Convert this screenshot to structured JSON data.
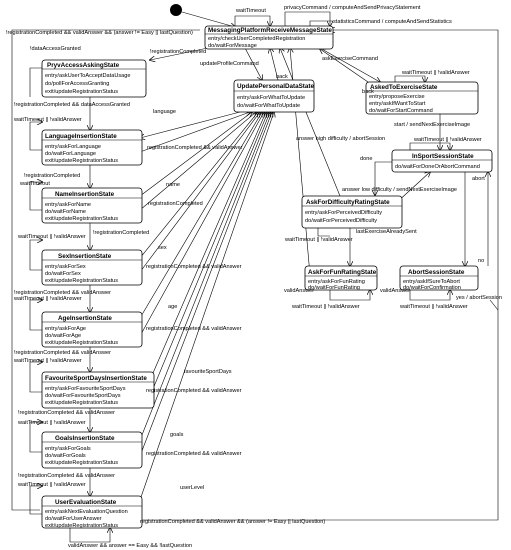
{
  "states": {
    "messaging": {
      "name": "MessagingPlatformReceiveMessageState",
      "actions": [
        "entry/checkUserCompletedRegistration",
        "do/waitForMessage"
      ]
    },
    "privacy": {
      "name": "PryvAccessAskingState",
      "actions": [
        "entry/askUserToAcceptDataUsage",
        "do/pollForAccessGranting",
        "exit/updateRegistrationStatus"
      ]
    },
    "updatePersonal": {
      "name": "UpdatePersonalDataState",
      "actions": [
        "entry/askForWhatToUpdate",
        "do/waitForWhatToUpdate"
      ]
    },
    "askedExercise": {
      "name": "AskedToExerciseState",
      "actions": [
        "entry/proposeExercise",
        "entry/askIfWantToStart",
        "do/waitForStartCommand"
      ]
    },
    "language": {
      "name": "LanguageInsertionState",
      "actions": [
        "entry/askForLanguage",
        "do/waitForLanguage",
        "exit/updateRegistrationStatus"
      ]
    },
    "inSport": {
      "name": "InSportSessionState",
      "actions": [
        "do/waitForDoneOrAbortCommand"
      ]
    },
    "nameIns": {
      "name": "NameInsertionState",
      "actions": [
        "entry/askForName",
        "do/waitForName",
        "exit/updateRegistrationStatus"
      ]
    },
    "difficulty": {
      "name": "AskForDifficultyRatingState",
      "actions": [
        "entry/askForPerceivedDifficulty",
        "do/waitForPerceivedDifficulty"
      ]
    },
    "sexIns": {
      "name": "SexInsertionState",
      "actions": [
        "entry/askForSex",
        "do/waitForSex",
        "exit/updateRegistrationStatus"
      ]
    },
    "funRating": {
      "name": "AskForFunRatingState",
      "actions": [
        "entry/askForFunRating",
        "do/waitForFunRating"
      ]
    },
    "abortSession": {
      "name": "AbortSessionState",
      "actions": [
        "entry/askIfSureToAbort",
        "do/waitForConfirmation"
      ]
    },
    "ageIns": {
      "name": "AgeInsertionState",
      "actions": [
        "entry/askForAge",
        "do/waitForAge",
        "exit/updateRegistrationStatus"
      ]
    },
    "favSport": {
      "name": "FavouriteSportDaysInsertionState",
      "actions": [
        "entry/askForFavouriteSportDays",
        "do/waitForFavouriteSportDays",
        "exit/updateRegistrationStatus"
      ]
    },
    "goals": {
      "name": "GoalsInsertionState",
      "actions": [
        "entry/askForGoals",
        "do/waitForGoals",
        "exit/updateRegistrationStatus"
      ]
    },
    "userEval": {
      "name": "UserEvaluationState",
      "actions": [
        "entry/askNextEvaluationQuestion",
        "do/waitForUserAnswer",
        "exit/updateRegistrationStatus"
      ]
    }
  },
  "transitions": {
    "t1": "waitTimeout",
    "t2": "privacyCommand / computeAndSendPrivacyStatement",
    "t3": "statisticsCommand / computeAndSendStatistics",
    "t4": "!registrationCompleted && validAnswer && (answer != Easy || lastQuestion)",
    "t5": "!dataAccessGranted",
    "t6": "!registrationCompleted",
    "t7": "updateProfileCommand",
    "t8": "back",
    "t9": "askExerciseCommand",
    "t10": "!registrationCompleted && dataAccessGranted",
    "t11": "language",
    "t12": "back",
    "t13": "waitTimeout || !validAnswer",
    "t14": "start / sendNextExerciseImage",
    "t15": "waitTimeout || !validAnswer",
    "t16": "registrationCompleted && validAnswer",
    "t17": "answer high difficulty / abortSession",
    "t18": "waitTimeout || !validAnswer",
    "t19": "!registrationCompleted",
    "t20": "done",
    "t21": "waitTimeout",
    "t22": "name",
    "t23": "answer low difficulty / sendNextExerciseImage",
    "t24": "abort",
    "t25": "registrationCompleted",
    "t26": "waitTimeout || !validAnswer",
    "t27": "!registrationCompleted",
    "t28": "waitTimeout || !validAnswer",
    "t29": "lastExerciseAlreadySent",
    "t30": "sex",
    "t31": "registrationCompleted && validAnswer",
    "t32": "!registrationCompleted && validAnswer",
    "t33": "waitTimeout || !validAnswer",
    "t34": "no",
    "t35": "yes / abortSession",
    "t36": "age",
    "t37": "waitTimeout || !validAnswer",
    "t38": "waitTimeout || !validAnswer",
    "t39": "validAnswer",
    "t40": "validAnswer",
    "t41": "registrationCompleted && validAnswer",
    "t42": "!registrationCompleted && validAnswer",
    "t43": "waitTimeout || !validAnswer",
    "t44": "favouriteSportDays",
    "t45": "registrationCompleted && validAnswer",
    "t46": "!registrationCompleted && validAnswer",
    "t47": "waitTimeout || !validAnswer",
    "t48": "goals",
    "t49": "registrationCompleted && validAnswer",
    "t50": "!registrationCompleted && validAnswer",
    "t51": "waitTimeout || !validAnswer",
    "t52": "userLevel",
    "t53": "registrationCompleted && validAnswer && (answer != Easy || lastQuestion)",
    "t54": "validAnswer && answer == Easy && !lastQuestion"
  }
}
